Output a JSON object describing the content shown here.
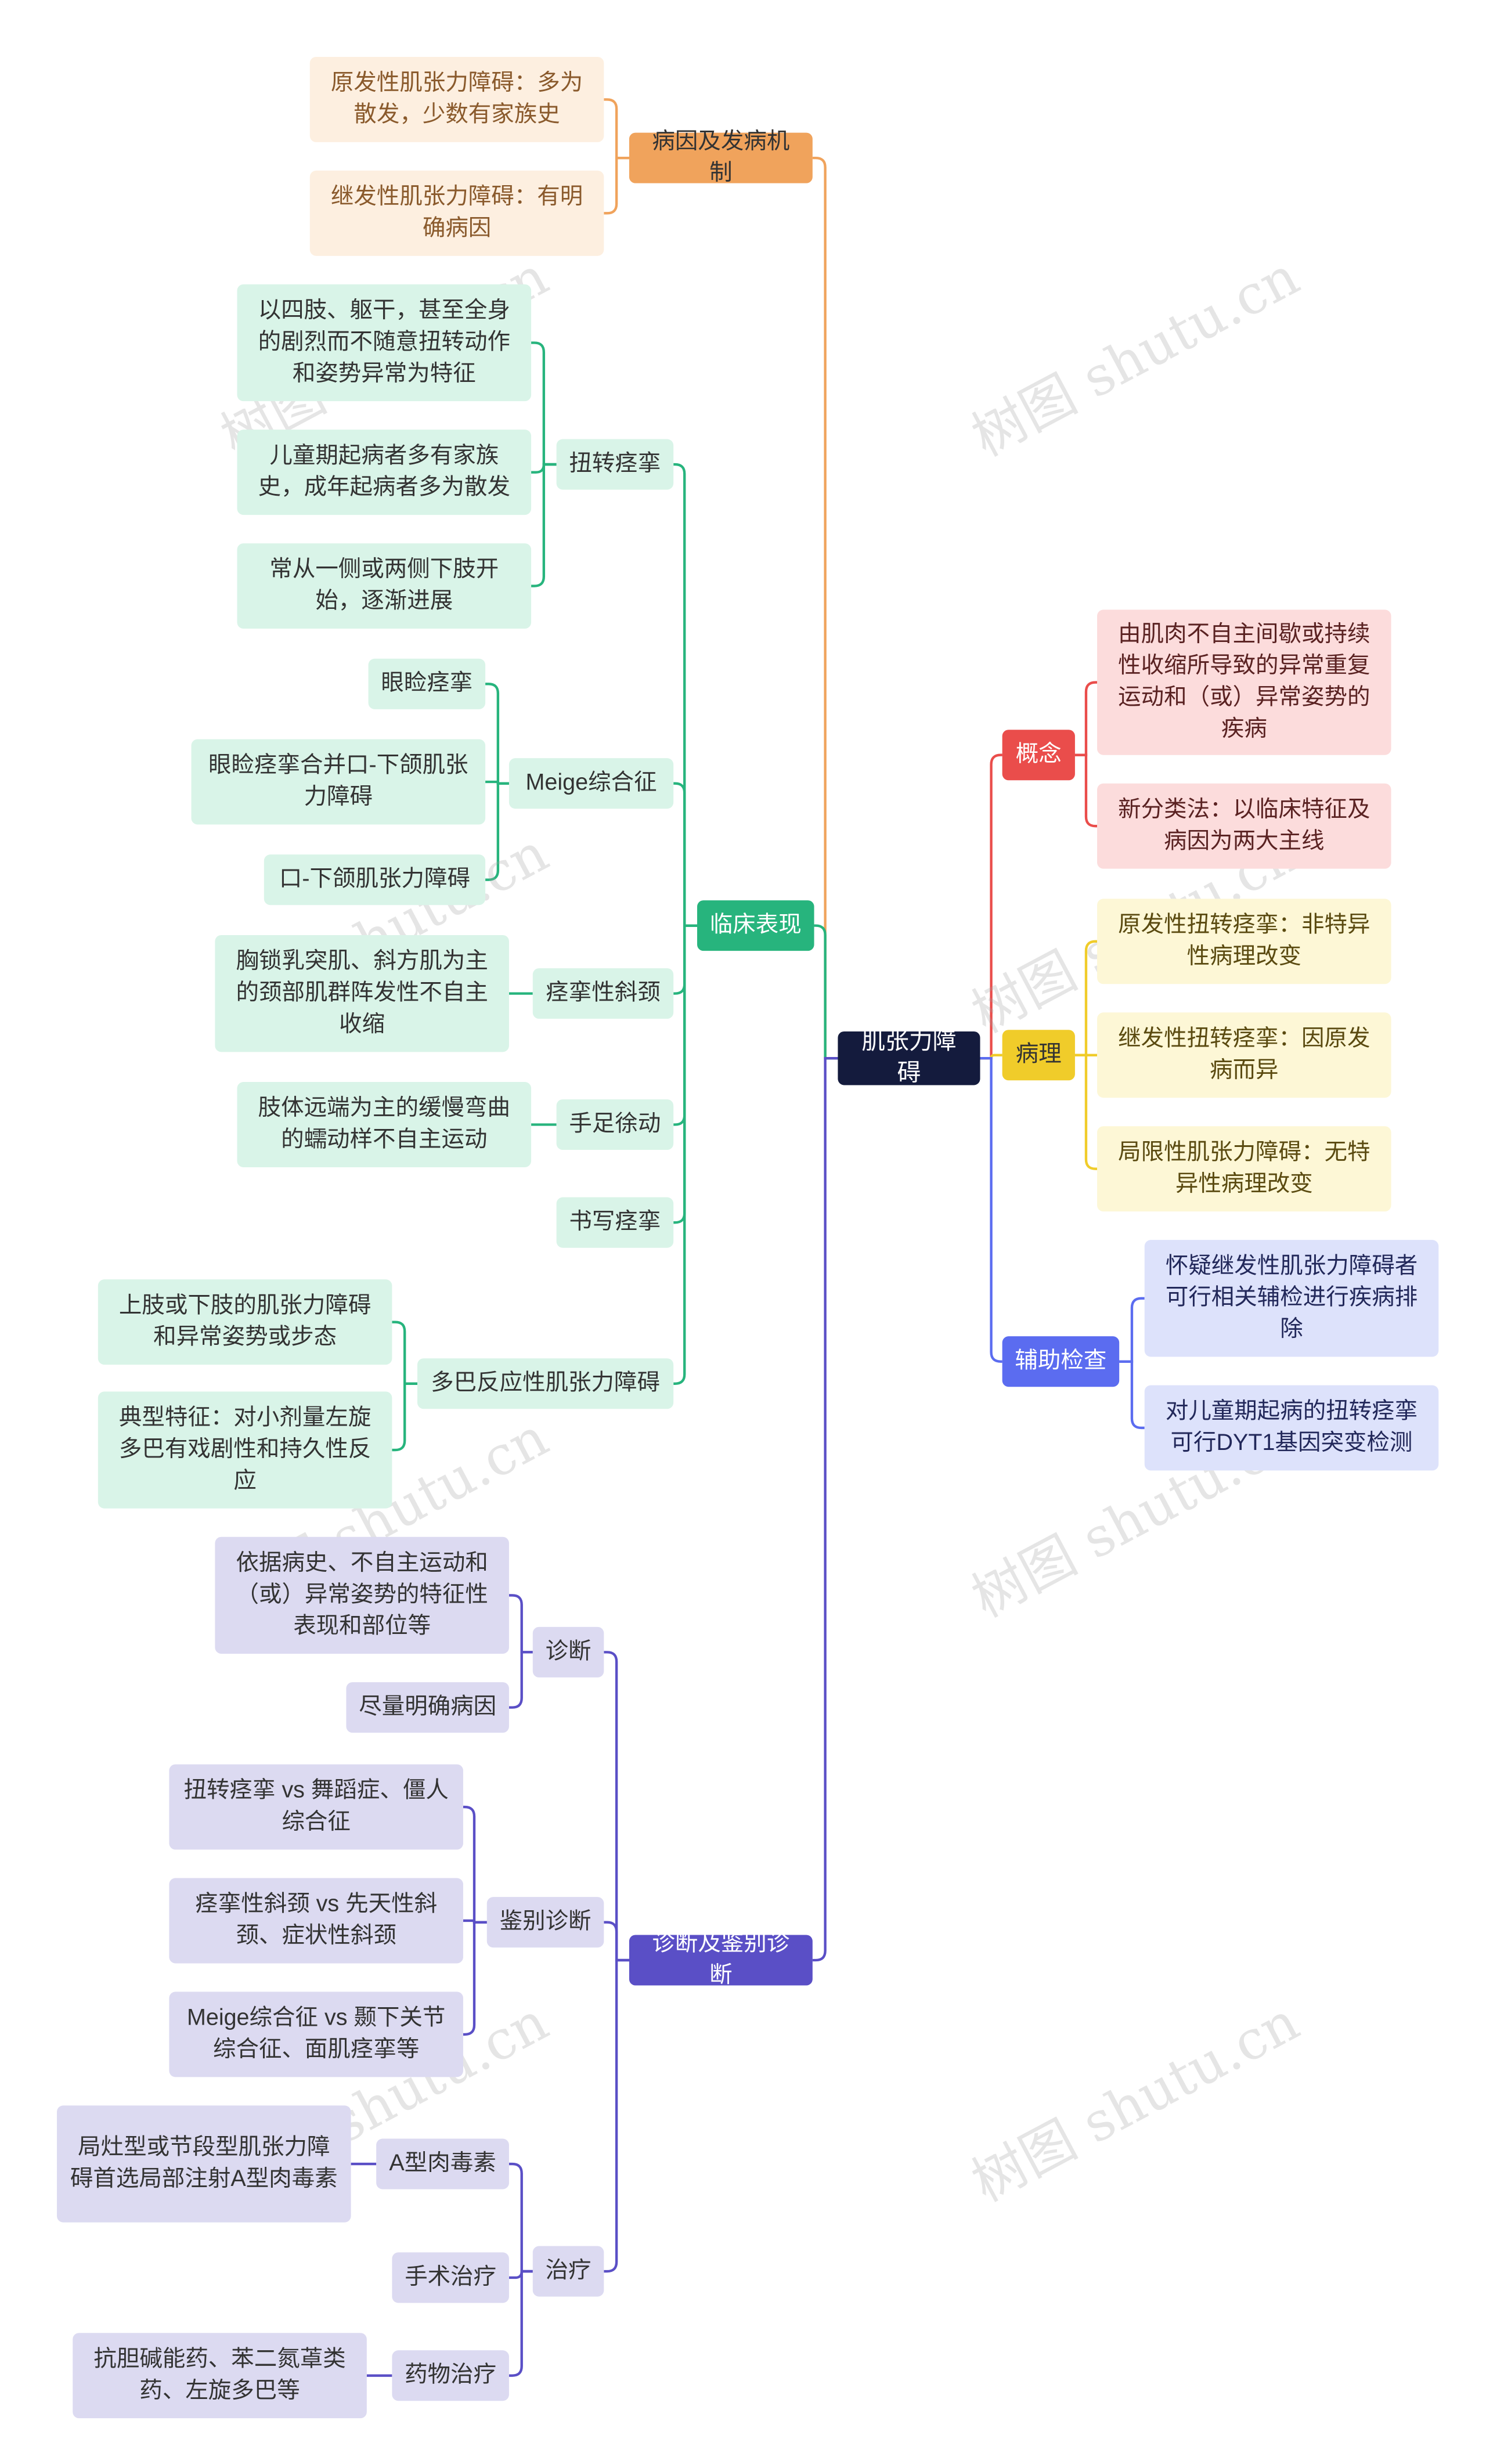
{
  "root": "肌张力障碍",
  "watermark": "树图 shutu.cn",
  "colors": {
    "orange": "#f0a35c",
    "orange_light": "#fdefe0",
    "green": "#27b47d",
    "green_light": "#d9f4e8",
    "purple": "#5a4fc6",
    "purple_light": "#dcdaf1",
    "red": "#ea4d4b",
    "red_light": "#fcdcdc",
    "yellow": "#f0cc2a",
    "yellow_light": "#fdf7d6",
    "blue": "#5b6cf0",
    "blue_light": "#dde2fb",
    "root": "#141b3d"
  },
  "left": [
    {
      "label": "病因及发病机制",
      "children": [
        {
          "label": "原发性肌张力障碍：多为散发，少数有家族史"
        },
        {
          "label": "继发性肌张力障碍：有明确病因"
        }
      ]
    },
    {
      "label": "临床表现",
      "children": [
        {
          "label": "扭转痉挛",
          "children": [
            {
              "label": "以四肢、躯干，甚至全身的剧烈而不随意扭转动作和姿势异常为特征"
            },
            {
              "label": "儿童期起病者多有家族史，成年起病者多为散发"
            },
            {
              "label": "常从一侧或两侧下肢开始，逐渐进展"
            }
          ]
        },
        {
          "label": "Meige综合征",
          "children": [
            {
              "label": "眼睑痉挛"
            },
            {
              "label": "眼睑痉挛合并口-下颌肌张力障碍"
            },
            {
              "label": "口-下颌肌张力障碍"
            }
          ]
        },
        {
          "label": "痉挛性斜颈",
          "children": [
            {
              "label": "胸锁乳突肌、斜方肌为主的颈部肌群阵发性不自主收缩"
            }
          ]
        },
        {
          "label": "手足徐动",
          "children": [
            {
              "label": "肢体远端为主的缓慢弯曲的蠕动样不自主运动"
            }
          ]
        },
        {
          "label": "书写痉挛"
        },
        {
          "label": "多巴反应性肌张力障碍",
          "children": [
            {
              "label": "上肢或下肢的肌张力障碍和异常姿势或步态"
            },
            {
              "label": "典型特征：对小剂量左旋多巴有戏剧性和持久性反应"
            }
          ]
        }
      ]
    },
    {
      "label": "诊断及鉴别诊断",
      "children": [
        {
          "label": "诊断",
          "children": [
            {
              "label": "依据病史、不自主运动和（或）异常姿势的特征性表现和部位等"
            },
            {
              "label": "尽量明确病因"
            }
          ]
        },
        {
          "label": "鉴别诊断",
          "children": [
            {
              "label": "扭转痉挛 vs 舞蹈症、僵人综合征"
            },
            {
              "label": "痉挛性斜颈 vs 先天性斜颈、症状性斜颈"
            },
            {
              "label": "Meige综合征 vs 颞下关节综合征、面肌痉挛等"
            }
          ]
        },
        {
          "label": "治疗",
          "children": [
            {
              "label": "A型肉毒素",
              "children": [
                {
                  "label": "局灶型或节段型肌张力障碍首选局部注射A型肉毒素"
                }
              ]
            },
            {
              "label": "手术治疗"
            },
            {
              "label": "药物治疗",
              "children": [
                {
                  "label": "抗胆碱能药、苯二氮䓬类药、左旋多巴等"
                }
              ]
            }
          ]
        }
      ]
    }
  ],
  "right": [
    {
      "label": "概念",
      "children": [
        {
          "label": "由肌肉不自主间歇或持续性收缩所导致的异常重复运动和（或）异常姿势的疾病"
        },
        {
          "label": "新分类法：以临床特征及病因为两大主线"
        }
      ]
    },
    {
      "label": "病理",
      "children": [
        {
          "label": "原发性扭转痉挛：非特异性病理改变"
        },
        {
          "label": "继发性扭转痉挛：因原发病而异"
        },
        {
          "label": "局限性肌张力障碍：无特异性病理改变"
        }
      ]
    },
    {
      "label": "辅助检查",
      "children": [
        {
          "label": "怀疑继发性肌张力障碍者可行相关辅检进行疾病排除"
        },
        {
          "label": "对儿童期起病的扭转痉挛可行DYT1基因突变检测"
        }
      ]
    }
  ]
}
